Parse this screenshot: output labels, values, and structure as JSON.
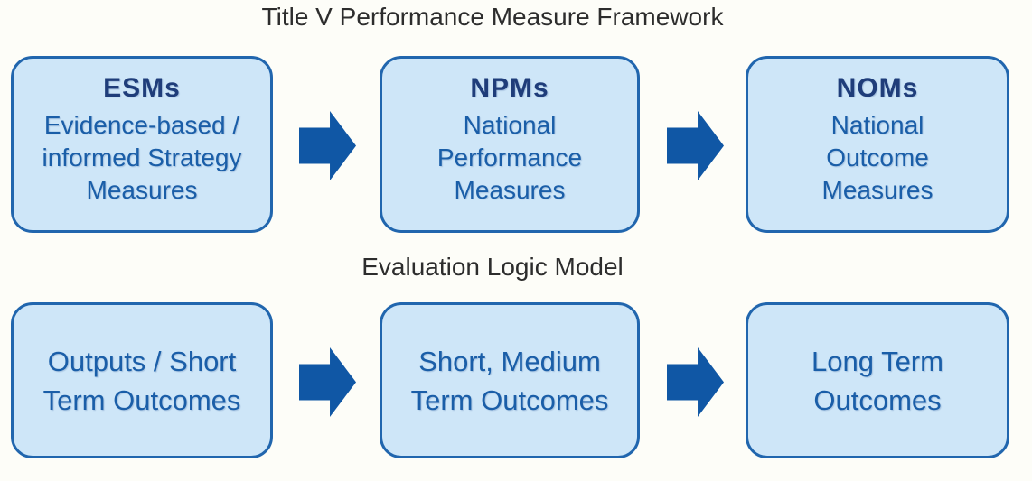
{
  "diagram": {
    "background": "#FDFDF8",
    "colors": {
      "box_fill": "#CEE6F8",
      "box_border": "#2166AE",
      "heading_text": "#1F3D7A",
      "body_text": "#1A5EA8",
      "arrow": "#1057A5",
      "title_text": "#2D2D2D"
    },
    "icons": {
      "arrow": "right-block-arrow"
    }
  },
  "sections": [
    {
      "title": "Title V Performance Measure Framework",
      "boxes": [
        {
          "heading": "ESMs",
          "body": "Evidence-based /\ninformed Strategy\nMeasures"
        },
        {
          "heading": "NPMs",
          "body": "National\nPerformance\nMeasures"
        },
        {
          "heading": "NOMs",
          "body": "National\nOutcome\nMeasures"
        }
      ]
    },
    {
      "title": "Evaluation Logic Model",
      "boxes": [
        {
          "body": "Outputs / Short\nTerm Outcomes"
        },
        {
          "body": "Short, Medium\nTerm Outcomes"
        },
        {
          "body": "Long Term\nOutcomes"
        }
      ]
    }
  ]
}
